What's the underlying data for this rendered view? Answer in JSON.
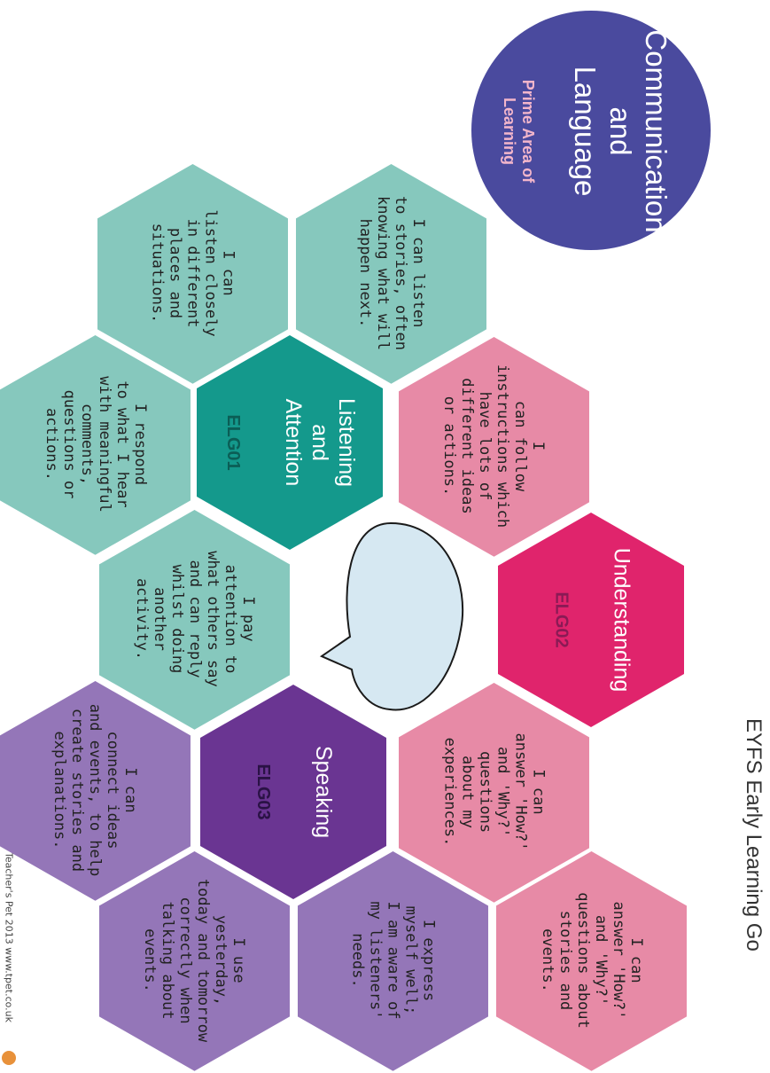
{
  "header": {
    "title": "EYFS Early Learning Go"
  },
  "footer": {
    "copyright": "©Teacher's Pet 2013 www.tpet.co.uk"
  },
  "central": {
    "title": "Communication\nand\nLanguage",
    "subtitle": "Prime Area of\nLearning",
    "color": "#4a4a9e"
  },
  "categories": {
    "listening": {
      "title": "Listening\nand\nAttention",
      "code": "ELG01",
      "color": "#14998c"
    },
    "understanding": {
      "title": "Understanding",
      "code": "ELG02",
      "color": "#e0246c"
    },
    "speaking": {
      "title": "Speaking",
      "code": "ELG03",
      "color": "#6a3592"
    }
  },
  "goals": {
    "listen_stories": "I can listen\nto stories, often\nknowing what will\nhappen next.",
    "listen_closely": "I can\nlisten closely\nin different\nplaces and\nsituations.",
    "respond": "I respond\nto what I hear\nwith meaningful\ncomments,\nquestions or\nactions.",
    "pay_attention": "I pay\nattention to\nwhat others say\nand can reply\nwhilst doing\nanother\nactivity.",
    "follow_instructions": "I\ncan follow\ninstructions which\nhave lots of\ndifferent ideas\nor actions.",
    "answer_experiences": "I can\nanswer 'How?'\nand 'Why?'\nquestions\nabout my\nexperiences.",
    "answer_stories": "I can\nanswer 'How?'\nand 'Why?'\nquestions about\nstories and\nevents.",
    "express": "I express\nmyself well;\nI am aware of\nmy listeners'\nneeds.",
    "connect_ideas": "I can\nconnect ideas\nand events, to help\ncreate stories and\nexplanations.",
    "use_yesterday": "I use\nyesterday,\ntoday and tomorrow\ncorrectly when\ntalking about\nevents."
  },
  "colors": {
    "teal_light": "#86c8bd",
    "pink_light": "#e78aa6",
    "purple_light": "#9476b8",
    "bubble": "#d6e8f2"
  }
}
